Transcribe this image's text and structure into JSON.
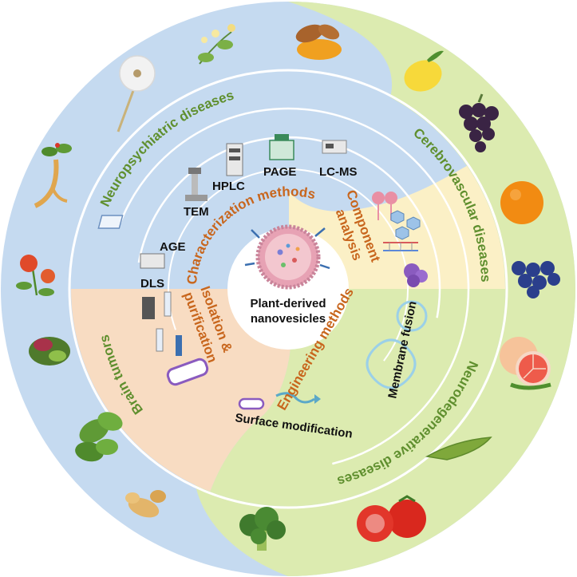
{
  "center": {
    "line1": "Plant-derived",
    "line2": "nanovesicles"
  },
  "diseases": {
    "neuropsychiatric": "Neuropsychiatric diseases",
    "cerebrovascular": "Cerebrovascular diseases",
    "neurodegenerative": "Neurodegenerative diseases",
    "brain_tumors": "Brain tumors"
  },
  "methods": {
    "characterization": "Characterization methods",
    "component_line1": "Component",
    "component_line2": "analysis",
    "engineering": "Engineering methods",
    "isolation_line1": "Isolation &",
    "isolation_line2": "purification"
  },
  "techniques": {
    "dls": "DLS",
    "age": "AGE",
    "tem": "TEM",
    "hplc": "HPLC",
    "page": "PAGE",
    "lcms": "LC-MS",
    "surface_modification": "Surface modification",
    "membrane_fusion": "Membrane fusion"
  },
  "colors": {
    "blue_region": "#c5daf0",
    "green_region": "#dcebb0",
    "cream_region": "#fbf0c6",
    "peach_region": "#f8dcc2",
    "disease_label": "#5f8f2e",
    "method_label": "#c8661d",
    "technique_label": "#111111"
  },
  "icons": [
    "dandelion-icon",
    "honeysuckle-icon",
    "turmeric-icon",
    "lemon-icon",
    "grape-icon",
    "orange-icon",
    "blueberry-icon",
    "grapefruit-icon",
    "bitter-melon-icon",
    "tomato-icon",
    "broccoli-icon",
    "ginger-icon",
    "basil-icon",
    "herb-salad-icon",
    "safflower-icon",
    "ginseng-icon",
    "vesicle-icon"
  ]
}
